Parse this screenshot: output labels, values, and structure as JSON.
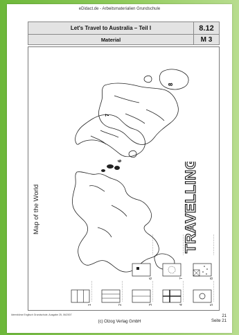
{
  "site_header": "eDidact.de - Arbeitsmaterialien Grundschule",
  "header": {
    "title": "Let's Travel to Australia – Teil I",
    "code": "8.12",
    "subtitle": "Material",
    "material_code": "M 3"
  },
  "map": {
    "label": "Map of the World",
    "markers": [
      "6",
      "7",
      "8"
    ],
    "decorative_word": "TRAVELLING"
  },
  "flags": [
    {
      "number": "1",
      "line": "......................"
    },
    {
      "number": "2",
      "line": "......................"
    },
    {
      "number": "3",
      "line": "......................"
    },
    {
      "number": "4",
      "line": "......................"
    },
    {
      "number": "5",
      "line": "......................"
    },
    {
      "number": "6",
      "line": "......................"
    },
    {
      "number": "7",
      "line": "......................"
    },
    {
      "number": "8",
      "line": "......................"
    }
  ],
  "footer": {
    "left": "Ideenbörse Englisch Grundschule, Ausgabe 25, 06/2007",
    "center": "(c) Olzog Verlag GmbH",
    "page_number": "21",
    "page_label": "Seite 21"
  }
}
